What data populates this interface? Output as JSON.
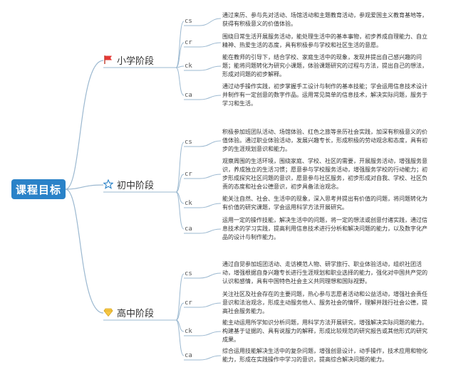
{
  "root": {
    "title": "课程目标"
  },
  "colors": {
    "root_bg": "#2a82c8",
    "line": "#9bb8d0"
  },
  "stages": [
    {
      "title": "小学阶段",
      "icon": "red-flag-icon",
      "goals": [
        {
          "code": "cs",
          "text": "通过来历、参与先对活动、场馆活动和主题教育活动，参观爱国主义教育基地等，获得有积极意义的价值体验。"
        },
        {
          "code": "cr",
          "text": "围绕日常生活开展服务活动，能处理生活中的基本事物，初步养成自理能力、自立精神、热爱生活的态度，具有积极参与学校和社区生活的意愿。"
        },
        {
          "code": "ck",
          "text": "能在教师的引导下，结合学校、家庭生活中的现象，发现并提出自己感兴趣的问题；能将问题转化为研究小课题，体验课题研究的过程与方法，提出自己的想法，形成对问题的初步解释。"
        },
        {
          "code": "ca",
          "text": "通过动手操作实践，初步掌握手工设计与制作的基本技能；学会运用信息技术设计并制作有一定创意的数字作品。运用常见简单的信息技术，解决实际问题，服务于学习和生活。"
        }
      ]
    },
    {
      "title": "初中阶段",
      "icon": "star-icon",
      "goals": [
        {
          "code": "cs",
          "text": "积极参加班团队活动、场馆体验、红色之旅等亲历社会实践，加深有积极意义的价值体验。通过职业体验活动，发展兴趣专长，形成积极的劳动观念和态度，具有初步的生涯规划意识和能力。"
        },
        {
          "code": "cr",
          "text": "观察周围的生活环境，围绕家庭、学校、社区的需要，开展服务活动，增强服务意识，养成独立的生活习惯；愿意参与学校服务活动，增强服务学校的行动能力；初步形成探究社区问题的意识，愿意参与社区服务，初步形成对自我、学校、社区负责的态度和社会公德意识，初步具备法治观念。"
        },
        {
          "code": "ck",
          "text": "能关注自然、社会、生活中的现象，深入思考并提出有价值的问题，将问题转化为有价值的研究课题，学会运用科学方法开展研究。"
        },
        {
          "code": "ca",
          "text": "运用一定的操作技能，解决生活中的问题，将一定的想法或创意付诸实践，通过信息技术的学习实践，提高利用信息技术进行分析和解决问题的能力，以及数字化产品的设计与制作能力。"
        }
      ]
    },
    {
      "title": "高中阶段",
      "icon": "diamond-icon",
      "goals": [
        {
          "code": "cs",
          "text": "通过自觉参加班团活动、走访模范人物、研学旅行、职业体验活动，组织社团活动，增强根据自身兴趣专长进行生涯规划和职业选择的能力，强化对中国共产党的认识和感情，具有中国特色社会主义共同理想和国际视野。"
        },
        {
          "code": "cr",
          "text": "关注社区及社会存在的主要问题，热心参与志愿者活动和公益活动，增强社会责任意识和法治观念，形成主动服务他人、服务社会的情怀，理解并践行社会公德，提高社会服务能力。"
        },
        {
          "code": "ck",
          "text": "能主动运用所学知识分析问题，用科学方法开展研究，增强解决实际问题的能力。构建基于证据的、具有说服力的解释，形成比较规范的研究报告或其他形式的研究成果。"
        },
        {
          "code": "ca",
          "text": "综合运用技能解决生活中的复杂问题，增强创意设计，动手操作，技术应用和物化能力，形成在实践操作中学习的意识，提高综合解决问题的能力。"
        }
      ]
    }
  ]
}
